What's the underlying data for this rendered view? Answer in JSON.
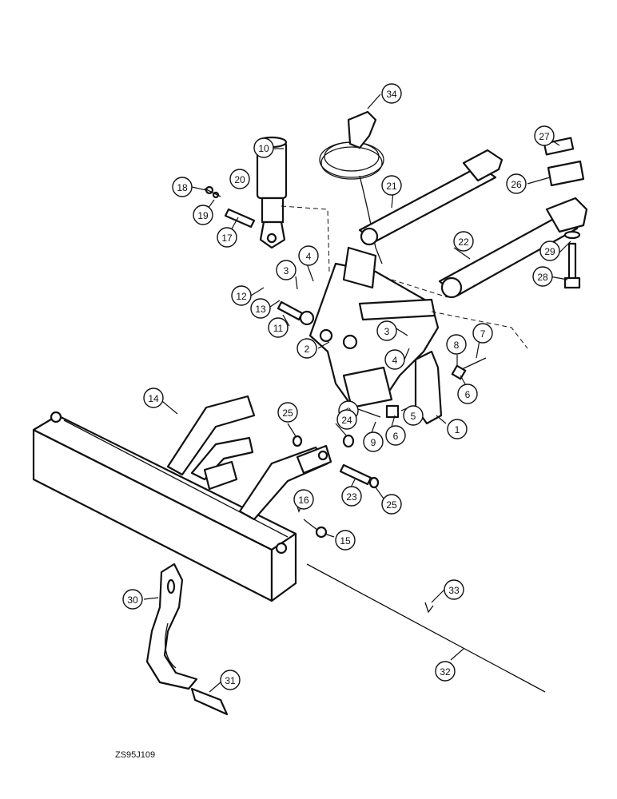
{
  "drawing_code": "ZS95J109",
  "callouts": [
    {
      "id": "c34",
      "label": "34"
    },
    {
      "id": "c27",
      "label": "27"
    },
    {
      "id": "c10",
      "label": "10"
    },
    {
      "id": "c26",
      "label": "26"
    },
    {
      "id": "c18",
      "label": "18"
    },
    {
      "id": "c20",
      "label": "20"
    },
    {
      "id": "c21",
      "label": "21"
    },
    {
      "id": "c19",
      "label": "19"
    },
    {
      "id": "c17",
      "label": "17"
    },
    {
      "id": "c22",
      "label": "22"
    },
    {
      "id": "c29",
      "label": "29"
    },
    {
      "id": "c4a",
      "label": "4"
    },
    {
      "id": "c3a",
      "label": "3"
    },
    {
      "id": "c28",
      "label": "28"
    },
    {
      "id": "c12",
      "label": "12"
    },
    {
      "id": "c13",
      "label": "13"
    },
    {
      "id": "c11",
      "label": "11"
    },
    {
      "id": "c3b",
      "label": "3"
    },
    {
      "id": "c7",
      "label": "7"
    },
    {
      "id": "c2",
      "label": "2"
    },
    {
      "id": "c8a",
      "label": "8"
    },
    {
      "id": "c4b",
      "label": "4"
    },
    {
      "id": "c6a",
      "label": "6"
    },
    {
      "id": "c14",
      "label": "14"
    },
    {
      "id": "c25a",
      "label": "25"
    },
    {
      "id": "c8b",
      "label": "8"
    },
    {
      "id": "c5",
      "label": "5"
    },
    {
      "id": "c24",
      "label": "24"
    },
    {
      "id": "c1",
      "label": "1"
    },
    {
      "id": "c6b",
      "label": "6"
    },
    {
      "id": "c9",
      "label": "9"
    },
    {
      "id": "c23",
      "label": "23"
    },
    {
      "id": "c25b",
      "label": "25"
    },
    {
      "id": "c16",
      "label": "16"
    },
    {
      "id": "c15",
      "label": "15"
    },
    {
      "id": "c30",
      "label": "30"
    },
    {
      "id": "c33",
      "label": "33"
    },
    {
      "id": "c32",
      "label": "32"
    },
    {
      "id": "c31",
      "label": "31"
    }
  ]
}
